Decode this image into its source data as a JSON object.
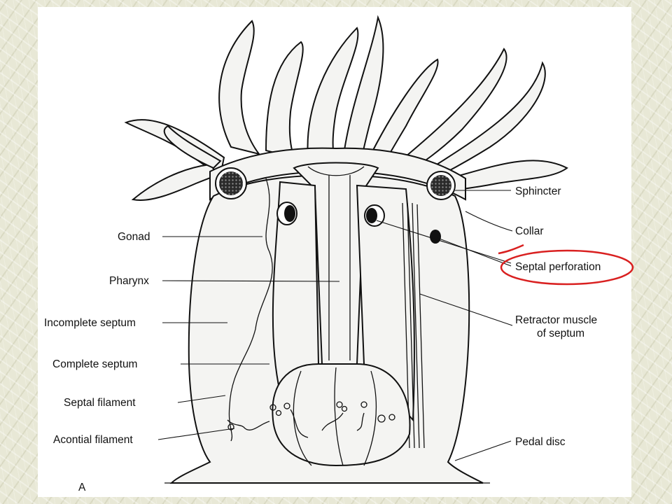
{
  "colors": {
    "annotation": "#d92020",
    "ink": "#111111",
    "slide_bg": "#e8e8d6"
  },
  "labels": {
    "gonad": "Gonad",
    "pharynx": "Pharynx",
    "incomplete_septum": "Incomplete septum",
    "complete_septum": "Complete septum",
    "septal_filament": "Septal filament",
    "acontial_filament": "Acontial filament",
    "sphincter": "Sphincter",
    "collar": "Collar",
    "septal_perforation": "Septal perforation",
    "retractor_muscle_line1": "Retractor muscle",
    "retractor_muscle_line2": "of septum",
    "pedal_disc": "Pedal disc",
    "figure_letter": "A"
  }
}
